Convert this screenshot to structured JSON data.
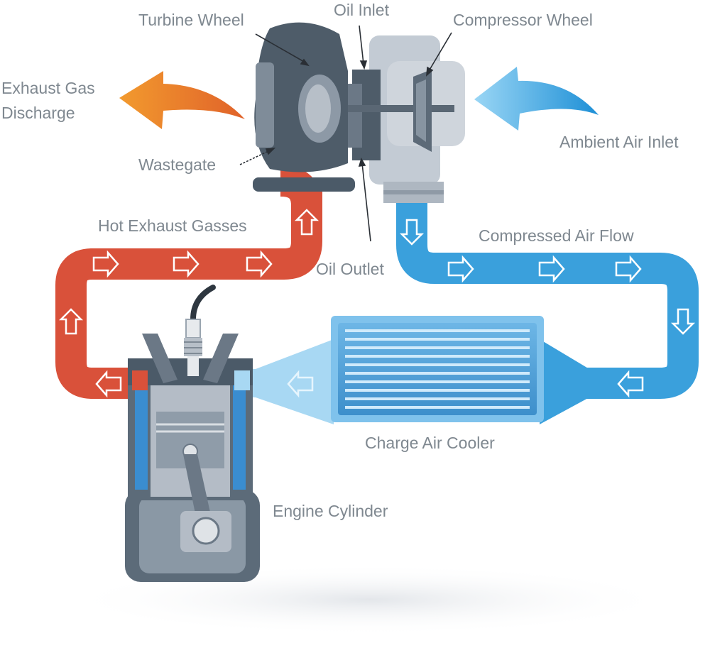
{
  "labels": {
    "turbine_wheel": "Turbine Wheel",
    "oil_inlet": "Oil Inlet",
    "compressor_wheel": "Compressor Wheel",
    "exhaust_gas_line1": "Exhaust Gas",
    "exhaust_gas_line2": "Discharge",
    "ambient_air_inlet": "Ambient Air Inlet",
    "wastegate": "Wastegate",
    "hot_exhaust_gasses": "Hot Exhaust Gasses",
    "compressed_air_flow": "Compressed Air Flow",
    "oil_outlet": "Oil Outlet",
    "charge_air_cooler": "Charge Air Cooler",
    "engine_cylinder": "Engine Cylinder"
  },
  "colors": {
    "exhaust_red": "#d9513a",
    "exhaust_orange": "#ee8a2a",
    "air_blue": "#3aa0dc",
    "air_light": "#a8d8f3",
    "metal_dark": "#4b5a68",
    "metal_mid": "#6f7e8c",
    "metal_light": "#b7bfc8",
    "label_gray": "#7f8890"
  }
}
